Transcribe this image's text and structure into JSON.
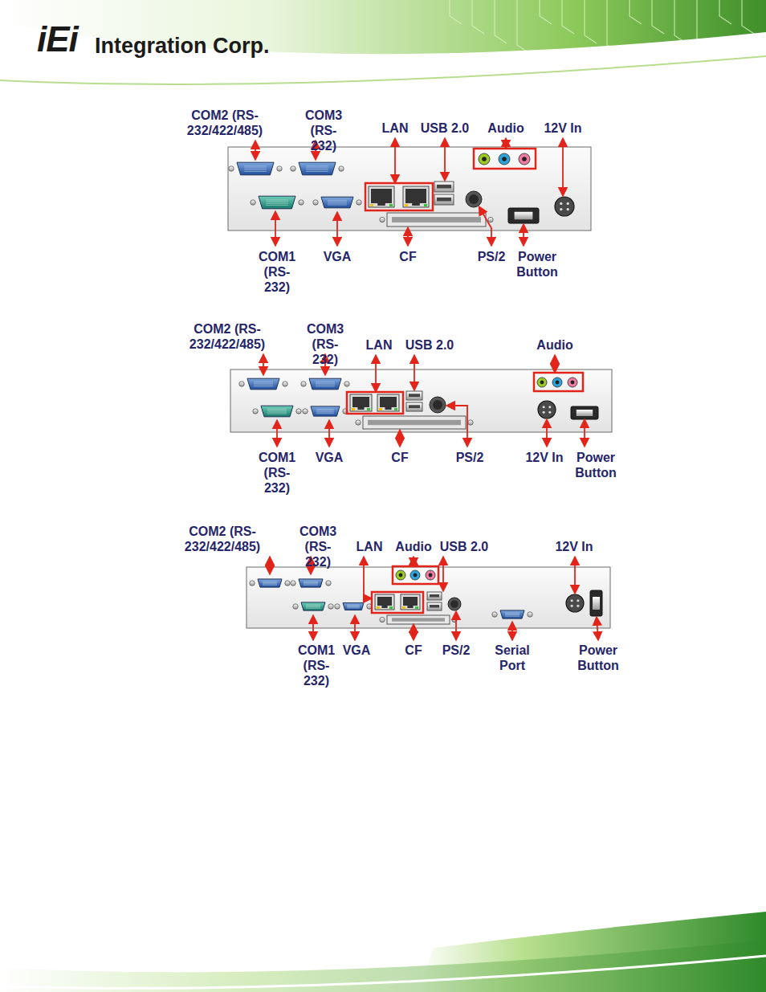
{
  "diagram": {
    "labels": [
      "iEi",
      "Integration Corp.",
      "COM2 (RS-232/422/485)",
      "COM3 (RS-232)",
      "LAN",
      "USB 2.0",
      "Audio",
      "12V In",
      "COM1 (RS-232)",
      "VGA",
      "CF",
      "PS/2",
      "Power Button",
      "COM2 (RS-232/422/485)",
      "COM3 (RS-232)",
      "LAN",
      "USB 2.0",
      "Audio",
      "COM1 (RS-232)",
      "VGA",
      "CF",
      "PS/2",
      "12V In",
      "Power Button",
      "COM2 (RS-232/422/485)",
      "COM3 (RS-232)",
      "LAN",
      "Audio",
      "USB 2.0",
      "12V In",
      "COM1 (RS-232)",
      "VGA",
      "CF",
      "PS/2",
      "Serial Port",
      "Power Button"
    ]
  }
}
